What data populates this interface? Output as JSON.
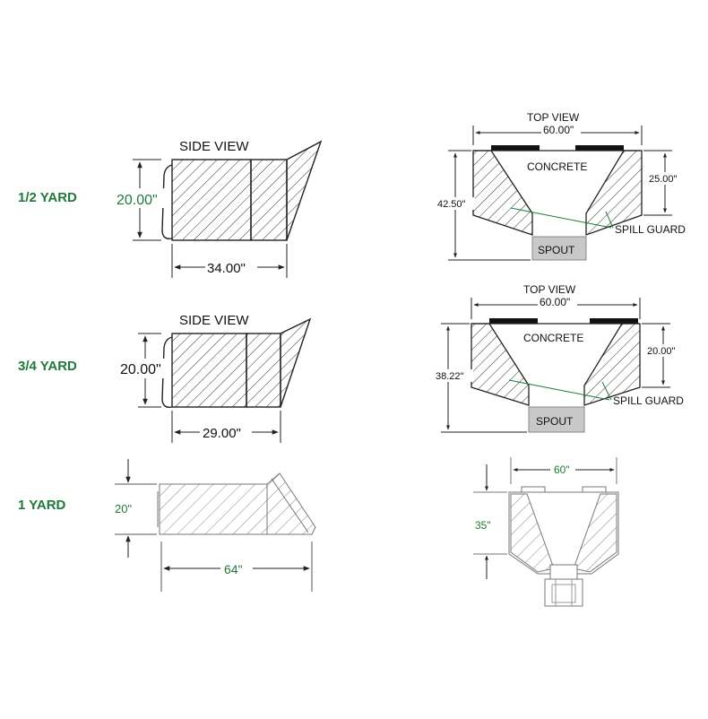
{
  "rows": [
    {
      "yard_label": "1/2 YARD",
      "side": {
        "title": "SIDE VIEW",
        "height_dim": "20.00\"",
        "length_dim": "34.00\""
      },
      "top": {
        "title": "TOP VIEW",
        "width_dim": "60.00\"",
        "total_height_dim": "42.50\"",
        "hopper_height_dim": "25.00\"",
        "concrete_label": "CONCRETE",
        "spill_guard_label": "SPILL GUARD",
        "spout_label": "SPOUT"
      }
    },
    {
      "yard_label": "3/4 YARD",
      "side": {
        "title": "SIDE VIEW",
        "height_dim": "20.00\"",
        "length_dim": "29.00\""
      },
      "top": {
        "title": "TOP VIEW",
        "width_dim": "60.00\"",
        "total_height_dim": "38.22\"",
        "hopper_height_dim": "20.00\"",
        "concrete_label": "CONCRETE",
        "spill_guard_label": "SPILL GUARD",
        "spout_label": "SPOUT"
      }
    },
    {
      "yard_label": "1 YARD",
      "side": {
        "height_dim": "20\"",
        "length_dim": "64\""
      },
      "top": {
        "width_dim": "60\"",
        "height_dim": "35\""
      }
    }
  ],
  "colors": {
    "label_green": "#1f7a3a",
    "spout_gray": "#c8c8c8",
    "line": "#222222",
    "light_line": "#9a9a9a"
  }
}
